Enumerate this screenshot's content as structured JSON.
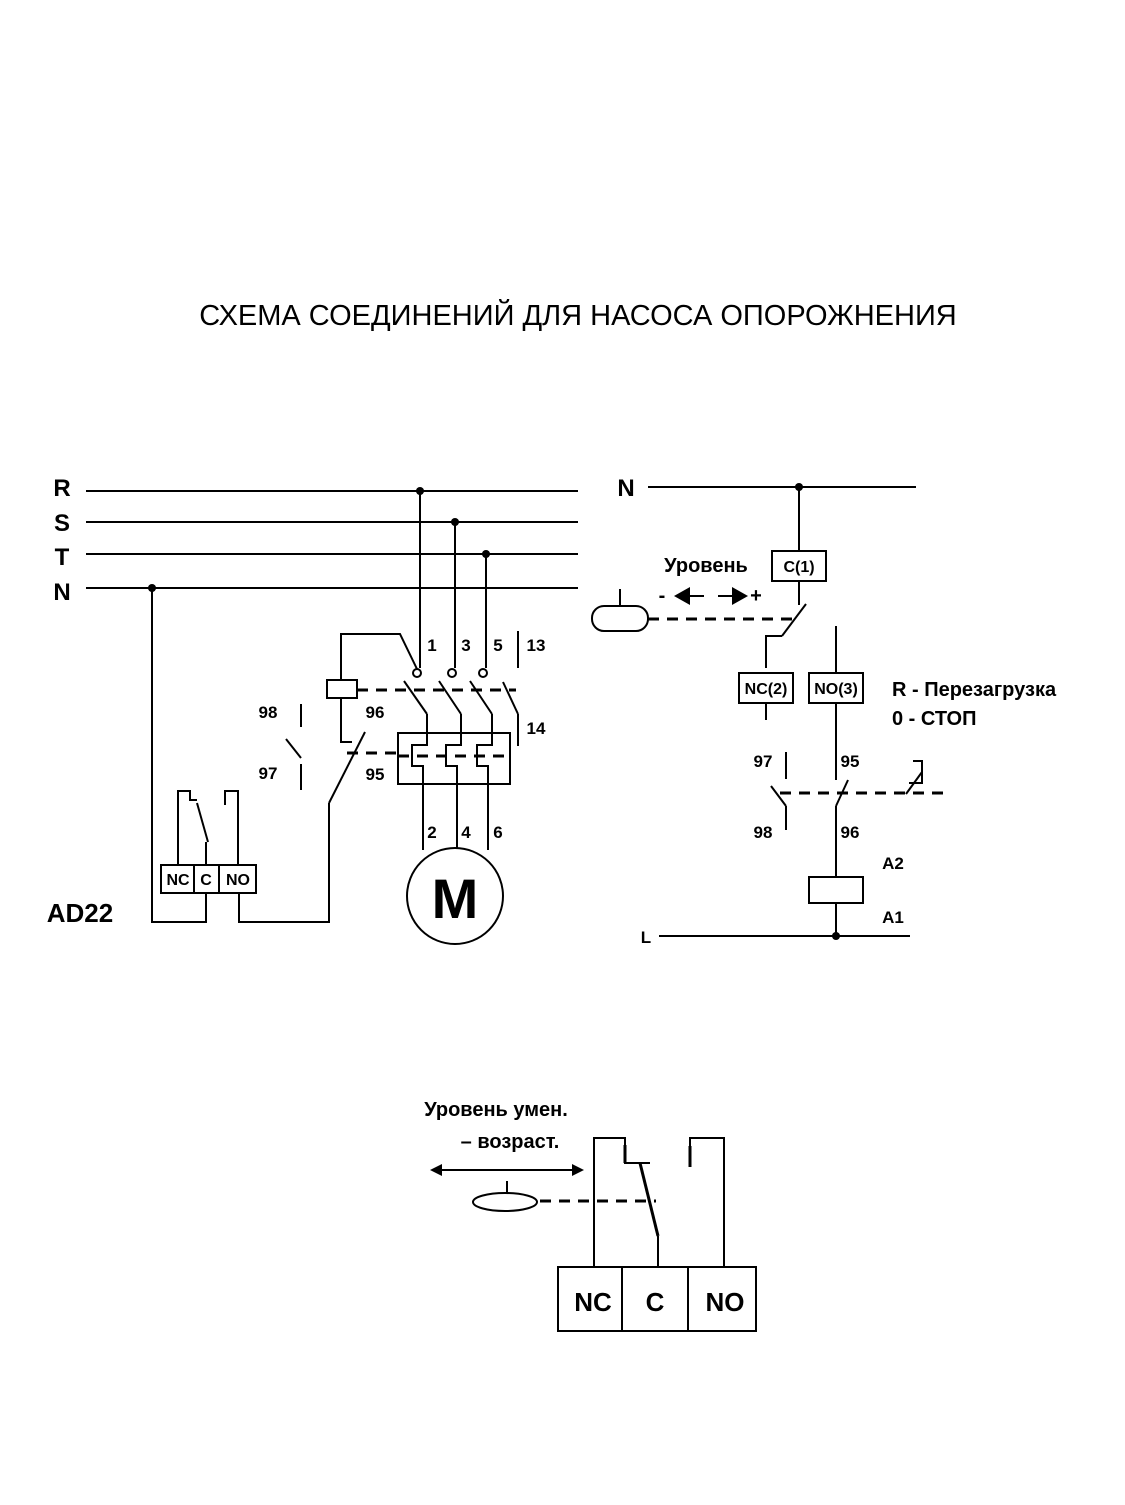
{
  "title": "СХЕМА СОЕДИНЕНИЙ ДЛЯ НАСОСА ОПОРОЖНЕНИЯ",
  "left_diagram": {
    "bus_labels": [
      "R",
      "S",
      "T",
      "N"
    ],
    "contactor_terminals_top": [
      "1",
      "3",
      "5",
      "13"
    ],
    "contactor_aux_bottom": "14",
    "motor_terminals": [
      "2",
      "4",
      "6"
    ],
    "motor_label": "M",
    "overload_terminals": {
      "t98": "98",
      "t97": "97",
      "t96": "96",
      "t95": "95"
    },
    "relay_contacts": [
      "NC",
      "C",
      "NO"
    ],
    "device_name": "AD22"
  },
  "right_diagram": {
    "neutral_label": "N",
    "line_label": "L",
    "level_label": "Уровень",
    "level_minus": "-",
    "level_plus": "+",
    "contact_common": "C(1)",
    "contact_nc": "NC(2)",
    "contact_no": "NO(3)",
    "legend": [
      "R - Перезагрузка",
      "0 - СТОП"
    ],
    "overload_terminals": {
      "t97": "97",
      "t95": "95",
      "t98": "98",
      "t96": "96"
    },
    "coil_terminals": {
      "a2": "A2",
      "a1": "A1"
    }
  },
  "bottom_diagram": {
    "level_text": [
      "Уровень умен.",
      "– возраст."
    ],
    "contacts": [
      "NC",
      "C",
      "NO"
    ]
  }
}
